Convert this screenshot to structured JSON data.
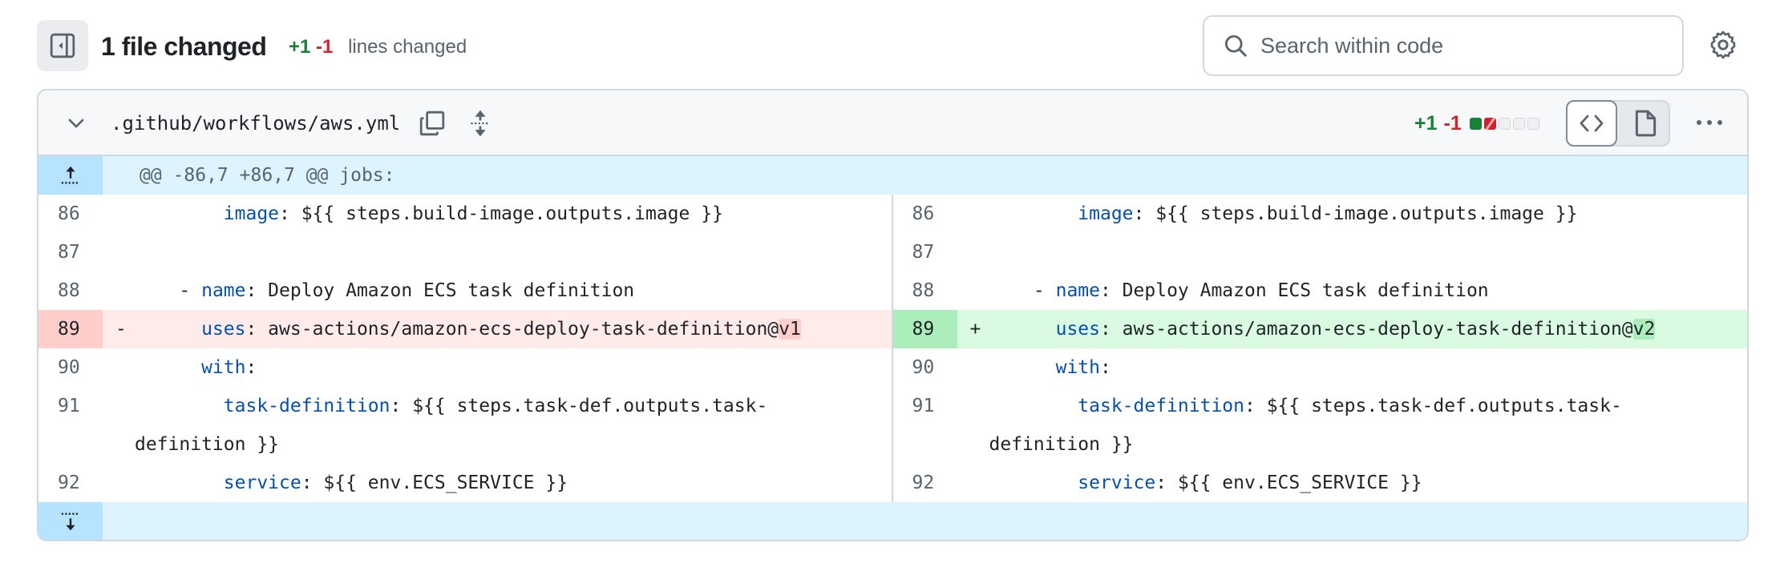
{
  "header": {
    "title": "1 file changed",
    "additions": "+1",
    "deletions": "-1",
    "summary_label": "lines changed",
    "search_placeholder": "Search within code"
  },
  "file": {
    "path": ".github/workflows/aws.yml",
    "additions": "+1",
    "deletions": "-1",
    "diffstat": [
      "added",
      "deleted",
      "neutral",
      "neutral",
      "neutral"
    ],
    "view_modes": [
      "code",
      "file"
    ],
    "active_view": "code"
  },
  "hunk": {
    "header": "@@ -86,7 +86,7 @@ jobs:"
  },
  "colors": {
    "addition": "#1a7f37",
    "deletion": "#d1242f",
    "add_bg": "#dafbe1",
    "del_bg": "#ffebe9",
    "hunk_bg": "#ddf4ff",
    "keyword": "#0550ae"
  },
  "left": {
    "lines": [
      {
        "num": "86",
        "marker": "",
        "indent": "        ",
        "key": "image",
        "rest": ": ${{ steps.build-image.outputs.image }}",
        "type": "context"
      },
      {
        "num": "87",
        "marker": "",
        "indent": "",
        "key": "",
        "rest": "",
        "type": "context"
      },
      {
        "num": "88",
        "marker": "",
        "indent": "    - ",
        "key": "name",
        "rest": ": Deploy Amazon ECS task definition",
        "type": "context"
      },
      {
        "num": "89",
        "marker": "-",
        "indent": "      ",
        "key": "uses",
        "rest": ": aws-actions/amazon-ecs-deploy-task-definition@",
        "highlight": "v1",
        "type": "deletion"
      },
      {
        "num": "90",
        "marker": "",
        "indent": "      ",
        "key": "with",
        "rest": ":",
        "type": "context"
      },
      {
        "num": "91",
        "marker": "",
        "indent": "        ",
        "key": "task-definition",
        "rest": ": ${{ steps.task-def.outputs.task-",
        "wrap": "definition }}",
        "type": "context"
      },
      {
        "num": "92",
        "marker": "",
        "indent": "        ",
        "key": "service",
        "rest": ": ${{ env.ECS_SERVICE }}",
        "type": "context"
      }
    ]
  },
  "right": {
    "lines": [
      {
        "num": "86",
        "marker": "",
        "indent": "        ",
        "key": "image",
        "rest": ": ${{ steps.build-image.outputs.image }}",
        "type": "context"
      },
      {
        "num": "87",
        "marker": "",
        "indent": "",
        "key": "",
        "rest": "",
        "type": "context"
      },
      {
        "num": "88",
        "marker": "",
        "indent": "    - ",
        "key": "name",
        "rest": ": Deploy Amazon ECS task definition",
        "type": "context"
      },
      {
        "num": "89",
        "marker": "+",
        "indent": "      ",
        "key": "uses",
        "rest": ": aws-actions/amazon-ecs-deploy-task-definition@",
        "highlight": "v2",
        "type": "addition"
      },
      {
        "num": "90",
        "marker": "",
        "indent": "      ",
        "key": "with",
        "rest": ":",
        "type": "context"
      },
      {
        "num": "91",
        "marker": "",
        "indent": "        ",
        "key": "task-definition",
        "rest": ": ${{ steps.task-def.outputs.task-",
        "wrap": "definition }}",
        "type": "context"
      },
      {
        "num": "92",
        "marker": "",
        "indent": "        ",
        "key": "service",
        "rest": ": ${{ env.ECS_SERVICE }}",
        "type": "context"
      }
    ]
  }
}
